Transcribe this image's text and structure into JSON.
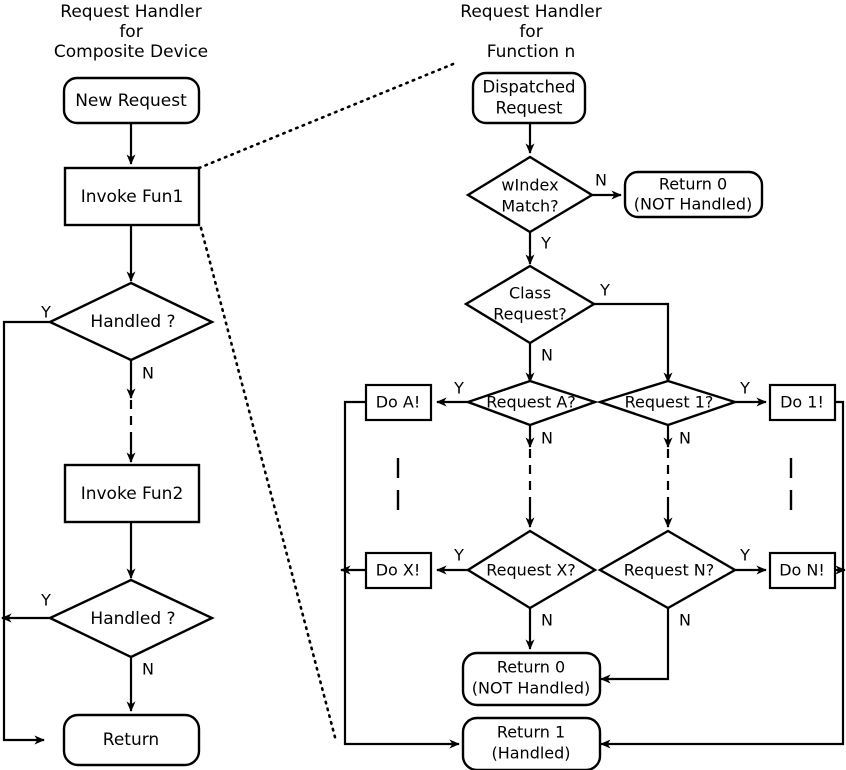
{
  "diagram": {
    "type": "flowchart",
    "titles": {
      "left": [
        "Request Handler",
        "for",
        "Composite Device"
      ],
      "right": [
        "Request Handler",
        "for",
        "Function n"
      ]
    },
    "left_panel": {
      "nodes": [
        {
          "id": "new-request",
          "shape": "rounded",
          "lines": [
            "New Request"
          ]
        },
        {
          "id": "invoke-fun1",
          "shape": "rect",
          "lines": [
            "Invoke Fun1"
          ]
        },
        {
          "id": "handled-1",
          "shape": "diamond",
          "lines": [
            "Handled ?"
          ]
        },
        {
          "id": "invoke-fun2",
          "shape": "rect",
          "lines": [
            "Invoke Fun2"
          ]
        },
        {
          "id": "handled-2",
          "shape": "diamond",
          "lines": [
            "Handled ?"
          ]
        },
        {
          "id": "return",
          "shape": "rounded",
          "lines": [
            "Return"
          ]
        }
      ],
      "edge_labels": {
        "handled1_yes": "Y",
        "handled1_no": "N",
        "handled2_yes": "Y",
        "handled2_no": "N"
      }
    },
    "right_panel": {
      "nodes": [
        {
          "id": "dispatched-request",
          "shape": "rounded",
          "lines": [
            "Dispatched",
            "Request"
          ]
        },
        {
          "id": "windex-match",
          "shape": "diamond",
          "lines": [
            "wIndex",
            "Match?"
          ]
        },
        {
          "id": "return0-top",
          "shape": "rounded",
          "lines": [
            "Return 0",
            "(NOT Handled)"
          ]
        },
        {
          "id": "class-request",
          "shape": "diamond",
          "lines": [
            "Class",
            "Request?"
          ]
        },
        {
          "id": "request-a",
          "shape": "diamond",
          "lines": [
            "Request A?"
          ]
        },
        {
          "id": "request-1",
          "shape": "diamond",
          "lines": [
            "Request 1?"
          ]
        },
        {
          "id": "do-a",
          "shape": "rect",
          "lines": [
            "Do A!"
          ]
        },
        {
          "id": "do-1",
          "shape": "rect",
          "lines": [
            "Do 1!"
          ]
        },
        {
          "id": "request-x",
          "shape": "diamond",
          "lines": [
            "Request X?"
          ]
        },
        {
          "id": "request-n",
          "shape": "diamond",
          "lines": [
            "Request N?"
          ]
        },
        {
          "id": "do-x",
          "shape": "rect",
          "lines": [
            "Do X!"
          ]
        },
        {
          "id": "do-n",
          "shape": "rect",
          "lines": [
            "Do N!"
          ]
        },
        {
          "id": "return0-bottom",
          "shape": "rounded",
          "lines": [
            "Return 0",
            "(NOT Handled)"
          ]
        },
        {
          "id": "return1-bottom",
          "shape": "rounded",
          "lines": [
            "Return 1",
            "(Handled)"
          ]
        }
      ],
      "edge_labels": {
        "windex_no": "N",
        "windex_yes": "Y",
        "class_yes": "Y",
        "class_no": "N",
        "request_a_yes": "Y",
        "request_a_no": "N",
        "request_1_yes": "Y",
        "request_1_no": "N",
        "request_x_yes": "Y",
        "request_x_no": "N",
        "request_n_yes": "Y",
        "request_n_no": "N"
      }
    },
    "colors": {
      "stroke": "#000000",
      "fill": "#ffffff",
      "background": "#ffffff"
    }
  }
}
